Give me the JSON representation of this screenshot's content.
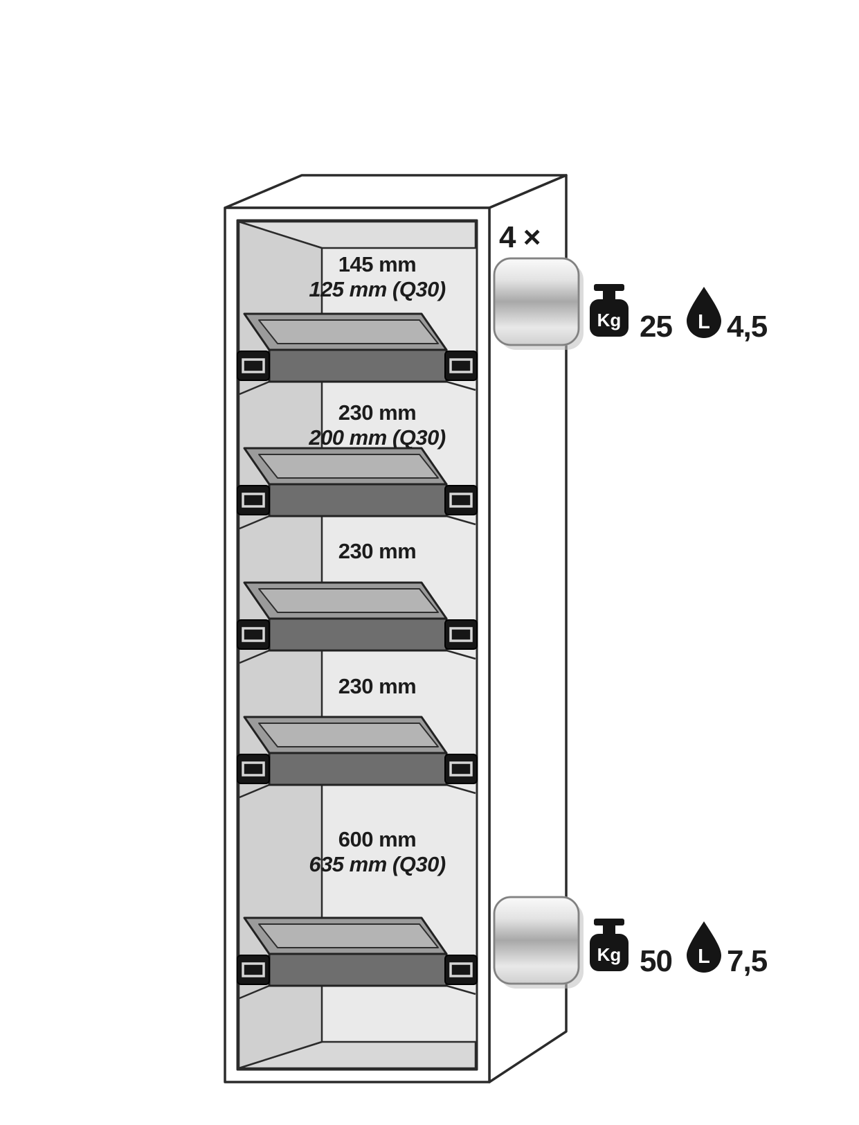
{
  "diagram": {
    "multiplier": "4 ×",
    "compartments": [
      {
        "primary": "145 mm",
        "secondary": "125 mm (Q30)"
      },
      {
        "primary": "230 mm",
        "secondary": "200 mm (Q30)"
      },
      {
        "primary": "230 mm"
      },
      {
        "primary": "230 mm"
      },
      {
        "primary": "600 mm",
        "secondary": "635 mm (Q30)"
      }
    ],
    "specs": {
      "top": {
        "weight_icon": "kettlebell-weight-icon",
        "weight_label": "Kg",
        "weight_value": "25",
        "volume_icon": "drop-icon",
        "volume_label": "L",
        "volume_value": "4,5"
      },
      "bottom": {
        "weight_icon": "kettlebell-weight-icon",
        "weight_label": "Kg",
        "weight_value": "50",
        "volume_icon": "drop-icon",
        "volume_label": "L",
        "volume_value": "7,5"
      }
    },
    "colors": {
      "outline": "#2b2b2b",
      "interior_back": "#eaeaea",
      "interior_left_wall": "#d0d0d0",
      "interior_ceiling": "#dedede",
      "interior_floor": "#d8d8d8",
      "tray_top": "#9b9b9b",
      "tray_front": "#6e6e6e",
      "handle": "#161616",
      "metallic_light": "#fafafa",
      "metallic_dark": "#a8a8a8",
      "icon_black": "#151515",
      "text": "#1c1c1c"
    }
  }
}
